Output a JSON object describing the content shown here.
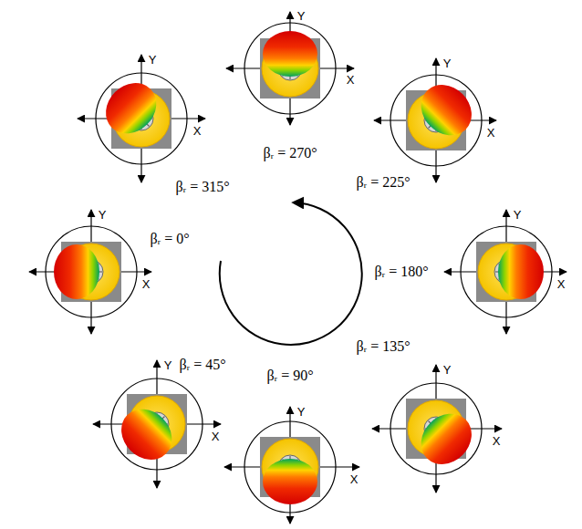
{
  "diagram": {
    "labels": [
      "Y",
      "X",
      "βᵣ = 270°",
      "Y",
      "X",
      "βᵣ = 315°",
      "Y",
      "X",
      "βᵣ = 225°",
      "Y",
      "X",
      "βᵣ = 0°",
      "Y",
      "X",
      "βᵣ = 180°",
      "Y",
      "X",
      "βᵣ = 45°",
      "Y",
      "X",
      "βᵣ = 135°",
      "Y",
      "X",
      "βᵣ = 90°"
    ]
  }
}
